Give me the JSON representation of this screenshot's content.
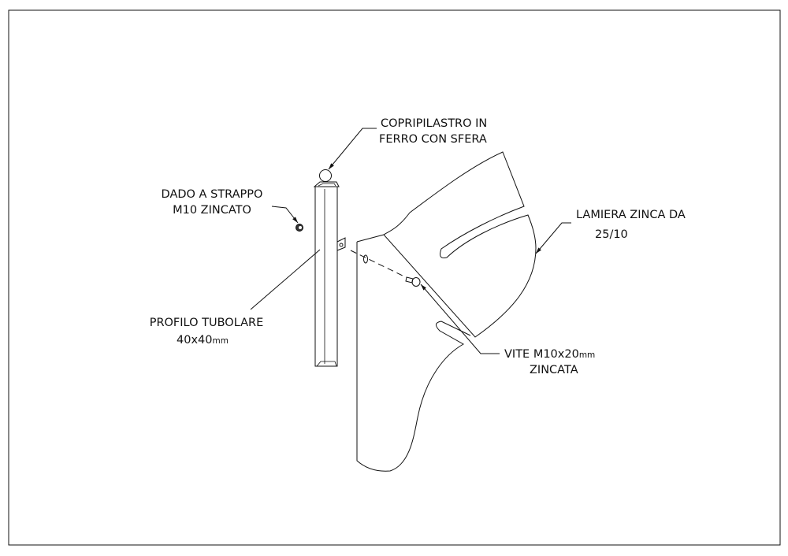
{
  "labels": {
    "copripilastro": {
      "line1": "COPRIPILASTRO IN",
      "line2": "FERRO CON SFERA"
    },
    "dado": {
      "line1": "DADO A STRAPPO",
      "line2": "M10 ZINCATO"
    },
    "profilo": {
      "line1": "PROFILO TUBOLARE",
      "line2_main": "40x40",
      "line2_unit": "mm"
    },
    "lamiera": {
      "line1": "LAMIERA ZINCA DA",
      "line2": "25/10"
    },
    "vite": {
      "line1_main": "VITE M10x20",
      "line1_unit": "mm",
      "line2": "ZINCATA"
    }
  }
}
